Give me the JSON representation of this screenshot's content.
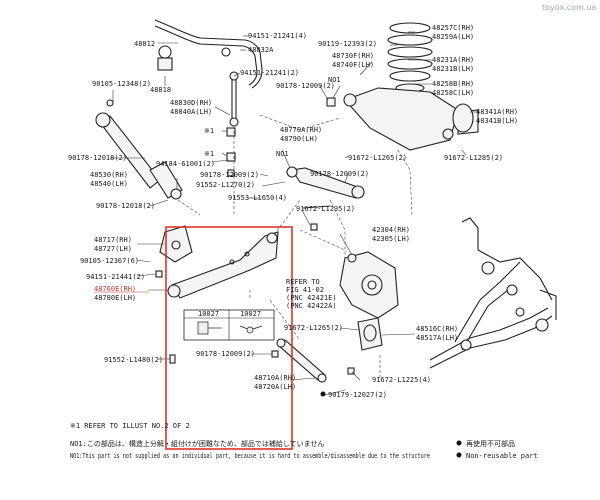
{
  "watermark": "toyox.com.ua",
  "labels": {
    "l48812": "48812",
    "l94151a": "94151-21241(4)",
    "l48832a": "48832A",
    "l48818": "48818",
    "l94151b": "94151-21241(2)",
    "l90105a": "90105-12348(2)",
    "l48830d": "48830D(RH)",
    "l48840a": "48840A(LH)",
    "l90119": "90119-12393(2)",
    "l48257c": "48257C(RH)",
    "l48259a": "48259A(LH)",
    "l48730f": "48730F(RH)",
    "l48740f": "48740F(LH)",
    "l48231a": "48231A(RH)",
    "l48231b": "48231B(LH)",
    "lno1a": "NO1",
    "l90178a": "90178-12009(2)",
    "l48258b": "48258B(RH)",
    "l48258c": "48258C(LH)",
    "l48341a": "48341A(RH)",
    "l48341b": "48341B(LH)",
    "l90178b": "90178-12018(2)",
    "lx1a": "※1",
    "lx1b": "※1",
    "l94184": "94184-61001(2)",
    "l48770a": "48770A(RH)",
    "l48790": "48790(LH)",
    "lno1b": "NO1",
    "l91672a": "91672-L1265(2)",
    "l91672b": "91672-L1285(2)",
    "l90178c": "90178-12009(2)",
    "l91552a": "91552-L1270(2)",
    "l48530": "48530(RH)",
    "l48540": "48540(LH)",
    "l91553": "91553-L1650(4)",
    "l90178d": "90178-12018(2)",
    "l91672c": "91672-L1295(2)",
    "l42304": "42304(RH)",
    "l42305": "42305(LH)",
    "l48717": "48717(RH)",
    "l48727": "48727(LH)",
    "l90105b": "90105-12367(6)",
    "l94151c": "94151-21441(2)",
    "l48760e": "48760E(RH)",
    "l48780e": "48780E(LH)",
    "lrefer": "REFER TO",
    "lfig": "FIG 41-02",
    "lpnc1": "(PNC 42421E)",
    "lpnc2": "(PNC 42422A)",
    "lbox1": "10027",
    "lbox2": "10027",
    "l91672d": "91672-L1265(2)",
    "l48516c": "48516C(RH)",
    "l48517a": "48517A(LH)",
    "l91552b": "91552-L1480(2)",
    "l90178e": "90178-12009(2)",
    "l48710a": "48710A(RH)",
    "l48720a": "48720A(LH)",
    "l91672e": "91672-L1225(4)",
    "l90179": "90179-12027(2)"
  },
  "notes": {
    "note1": "※1 REFER TO ILLUST NO.2 OF 2",
    "no1_jp": "NO1:この部品は、構造上分解・組付けが困難なため、部品では補給していません",
    "no1_en": "NO1:This part is not supplied as an individual part, because it is hard to assemble/disassemble due to the structure"
  },
  "legend": {
    "reusable": "再使用不可部品",
    "nonreusable": "Non-reusable part"
  },
  "colors": {
    "highlight_box": "#e0322a",
    "highlight_text": "#c0392b",
    "line": "#222222"
  }
}
